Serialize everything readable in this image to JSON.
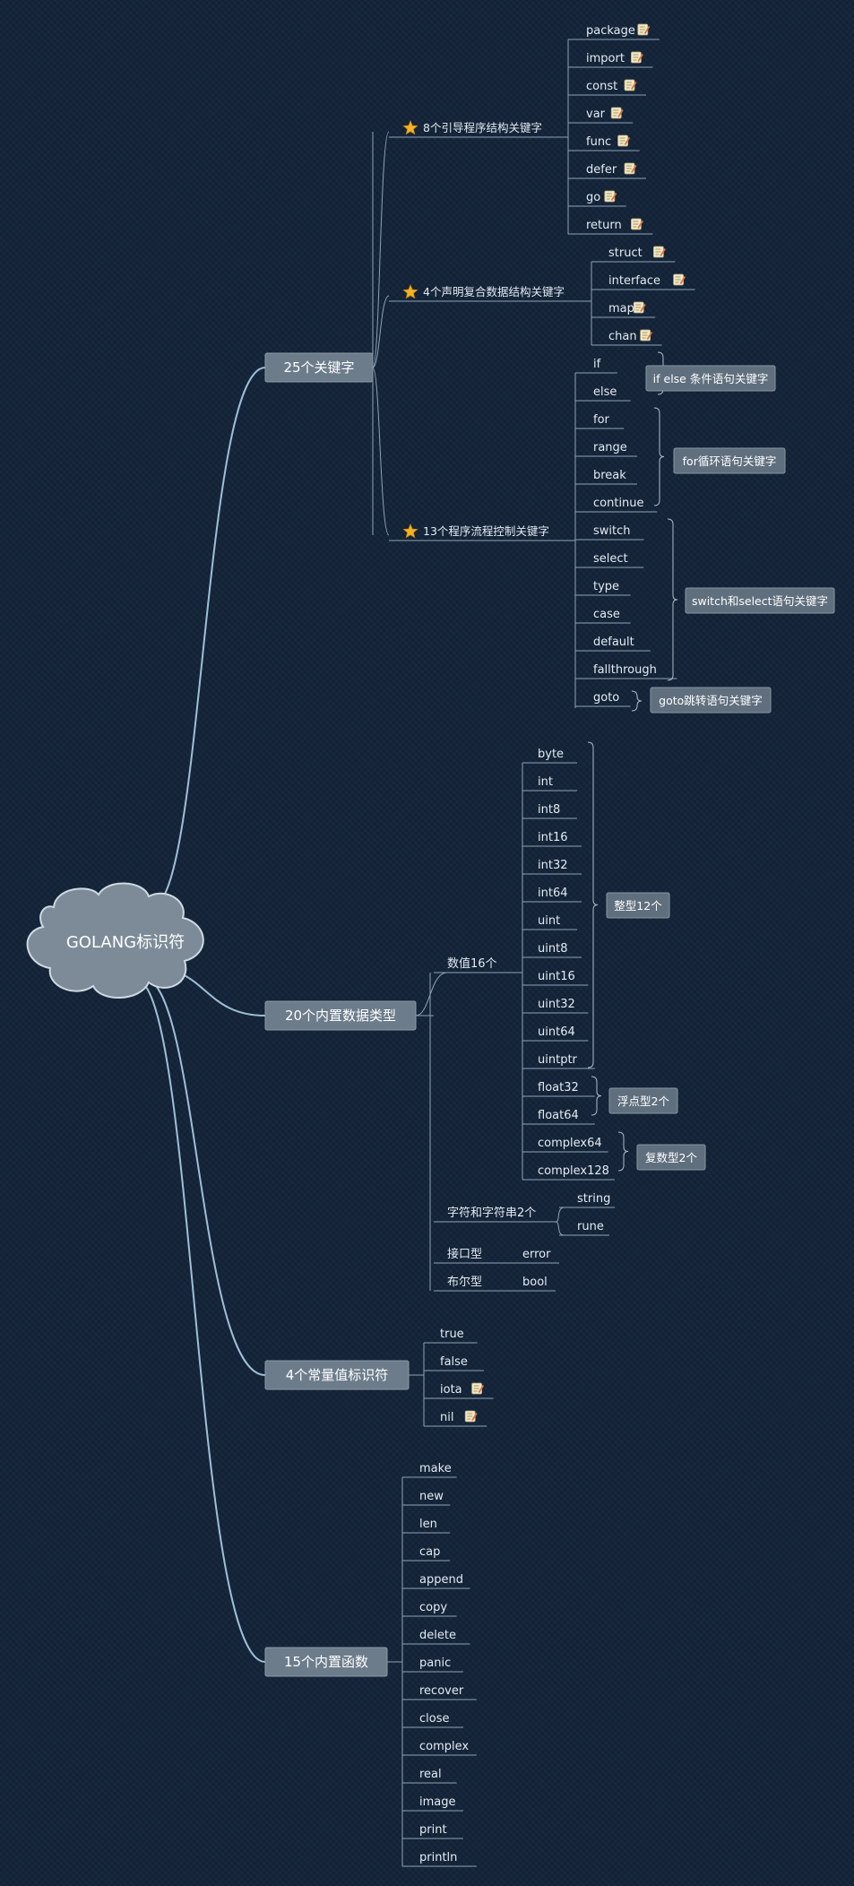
{
  "root": {
    "label": "GOLANG标识符"
  },
  "icons": {
    "star": "star-icon",
    "note": "note-icon"
  },
  "colors": {
    "background": "#14253a",
    "line": "#8fa3b4",
    "box": "#6c7c8b",
    "star": "#f5b323"
  },
  "branches": {
    "keywords": {
      "label": "25个关键字",
      "groups": [
        {
          "label": "8个引导程序结构关键字",
          "items": [
            "package",
            "import",
            "const",
            "var",
            "func",
            "defer",
            "go",
            "return"
          ]
        },
        {
          "label": "4个声明复合数据结构关键字",
          "items": [
            "struct",
            "interface",
            "map",
            "chan"
          ]
        },
        {
          "label": "13个程序流程控制关键字",
          "items": [
            "if",
            "else",
            "for",
            "range",
            "break",
            "continue",
            "switch",
            "select",
            "type",
            "case",
            "default",
            "fallthrough",
            "goto"
          ],
          "notes": [
            "if else 条件语句关键字",
            "for循环语句关键字",
            "switch和select语句关键字",
            "goto跳转语句关键字"
          ]
        }
      ]
    },
    "types": {
      "label": "20个内置数据类型",
      "numeric": {
        "label": "数值16个",
        "items": [
          "byte",
          "int",
          "int8",
          "int16",
          "int32",
          "int64",
          "uint",
          "uint8",
          "uint16",
          "uint32",
          "uint64",
          "uintptr",
          "float32",
          "float64",
          "complex64",
          "complex128"
        ],
        "notes": [
          "整型12个",
          "浮点型2个",
          "复数型2个"
        ]
      },
      "strings": {
        "label": "字符和字符串2个",
        "items": [
          "string",
          "rune"
        ]
      },
      "interface": {
        "label": "接口型",
        "item": "error"
      },
      "boolean": {
        "label": "布尔型",
        "item": "bool"
      }
    },
    "constants": {
      "label": "4个常量值标识符",
      "items": [
        "true",
        "false",
        "iota",
        "nil"
      ]
    },
    "functions": {
      "label": "15个内置函数",
      "items": [
        "make",
        "new",
        "len",
        "cap",
        "append",
        "copy",
        "delete",
        "panic",
        "recover",
        "close",
        "complex",
        "real",
        "image",
        "print",
        "println"
      ]
    }
  }
}
